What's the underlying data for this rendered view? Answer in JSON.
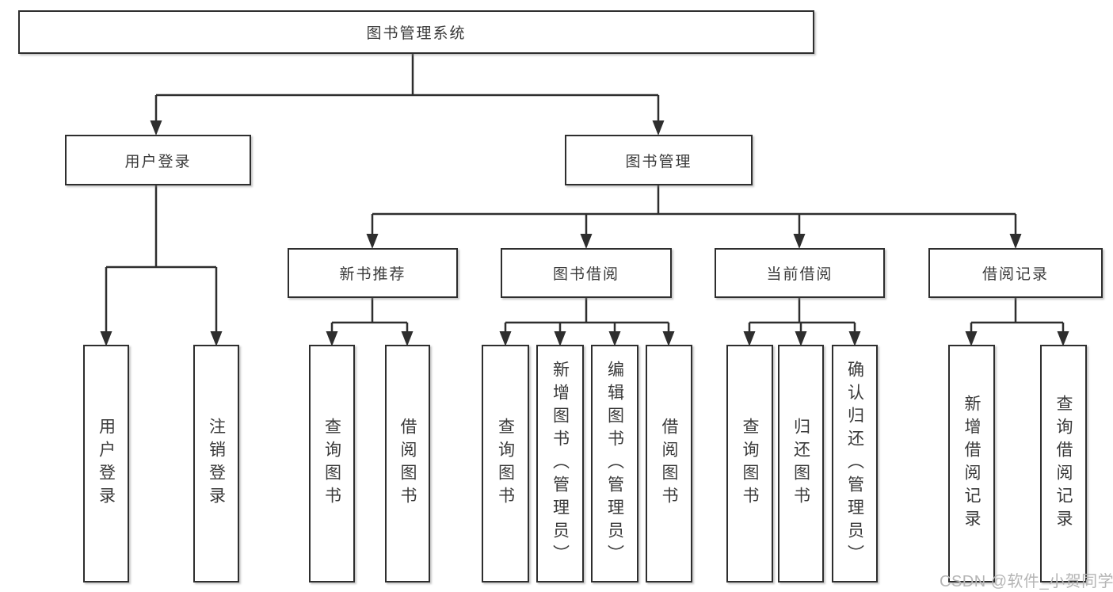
{
  "tree": {
    "root": {
      "label": "图书管理系统",
      "children": [
        {
          "label": "用户登录",
          "children": [
            {
              "label": "用户登录"
            },
            {
              "label": "注销登录"
            }
          ]
        },
        {
          "label": "图书管理",
          "children": [
            {
              "label": "新书推荐",
              "children": [
                {
                  "label": "查询图书"
                },
                {
                  "label": "借阅图书"
                }
              ]
            },
            {
              "label": "图书借阅",
              "children": [
                {
                  "label": "查询图书"
                },
                {
                  "label": "新增图书（管理员）"
                },
                {
                  "label": "编辑图书（管理员）"
                },
                {
                  "label": "借阅图书"
                }
              ]
            },
            {
              "label": "当前借阅",
              "children": [
                {
                  "label": "查询图书"
                },
                {
                  "label": "归还图书"
                },
                {
                  "label": "确认归还（管理员）"
                }
              ]
            },
            {
              "label": "借阅记录",
              "children": [
                {
                  "label": "新增借阅记录"
                },
                {
                  "label": "查询借阅记录"
                }
              ]
            }
          ]
        }
      ]
    }
  },
  "watermark": "CSDN @软件_小贺同学",
  "colors": {
    "line": "#2e2e2e",
    "box_border": "#2e2e2e",
    "text": "#3a3a3a",
    "watermark": "#b5b5b5",
    "background": "#ffffff"
  }
}
